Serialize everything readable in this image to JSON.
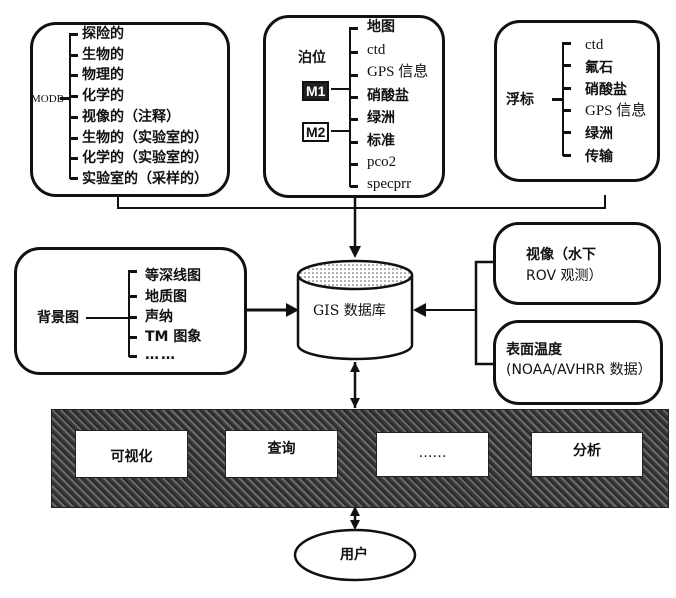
{
  "modb": {
    "label": "MODB",
    "items": [
      "探险的",
      "生物的",
      "物理的",
      "化学的",
      "视像的（注释）",
      "生物的（实验室的）",
      "化学的（实验室的）",
      "实验室的（采样的）"
    ]
  },
  "mooring": {
    "label": "泊位",
    "m1": "M1",
    "m2": "M2",
    "items": [
      "地图",
      "ctd",
      "GPS 信息",
      "硝酸盐",
      "绿洲",
      "标准",
      "pco2",
      "specprr"
    ]
  },
  "buoy": {
    "label": "浮标",
    "items": [
      "ctd",
      "氟石",
      "硝酸盐",
      "GPS 信息",
      "绿洲",
      "传输"
    ]
  },
  "background": {
    "label": "背景图",
    "items": [
      "等深线图",
      "地质图",
      "声纳",
      "TM 图象",
      "……"
    ]
  },
  "database": {
    "label": "GIS 数据库"
  },
  "video": {
    "line1": "视像（水下",
    "line2": "ROV 观测）"
  },
  "sst": {
    "line1": "表面温度",
    "line2": "(NOAA/AVHRR 数据）"
  },
  "functions": [
    "可视化",
    "查询",
    "……",
    "分析"
  ],
  "user": {
    "label": "用户"
  }
}
